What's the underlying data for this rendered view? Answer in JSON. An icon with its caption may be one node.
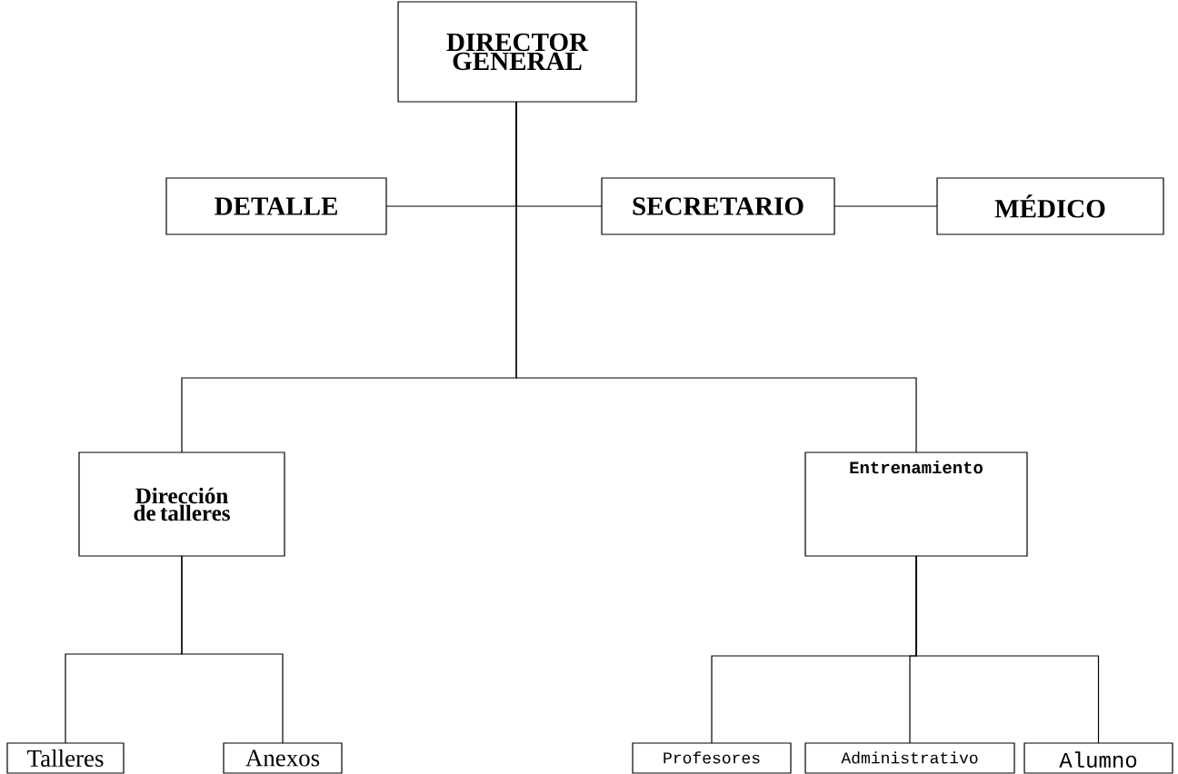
{
  "diagram": {
    "nodes": [
      {
        "text": [
          "DIRECTOR GENERAL"
        ]
      },
      {
        "text": [
          "DETALLE"
        ]
      },
      {
        "text": [
          "SECRETARIO"
        ]
      },
      {
        "text": [
          "MÉDICO"
        ]
      },
      {
        "text": [
          "Dirección de talleres"
        ]
      },
      {
        "text": [
          "Entrenamiento"
        ]
      },
      {
        "text": [
          "Talleres"
        ]
      },
      {
        "text": [
          "Anexos"
        ]
      },
      {
        "text": [
          "Profesores"
        ]
      },
      {
        "text": [
          "Administrativo"
        ]
      },
      {
        "text": [
          "Alumno"
        ]
      }
    ],
    "edges": [
      {
        "from": 0,
        "to": 1,
        "arrow": "none"
      },
      {
        "from": 0,
        "to": 2,
        "arrow": "none"
      },
      {
        "from": 2,
        "to": 3,
        "arrow": "none"
      },
      {
        "from": 0,
        "to": 4,
        "arrow": "none"
      },
      {
        "from": 0,
        "to": 5,
        "arrow": "none"
      },
      {
        "from": 4,
        "to": 6,
        "arrow": "none"
      },
      {
        "from": 4,
        "to": 7,
        "arrow": "none"
      },
      {
        "from": 5,
        "to": 8,
        "arrow": "none"
      },
      {
        "from": 5,
        "to": 9,
        "arrow": "none"
      },
      {
        "from": 5,
        "to": 10,
        "arrow": "none"
      }
    ]
  }
}
